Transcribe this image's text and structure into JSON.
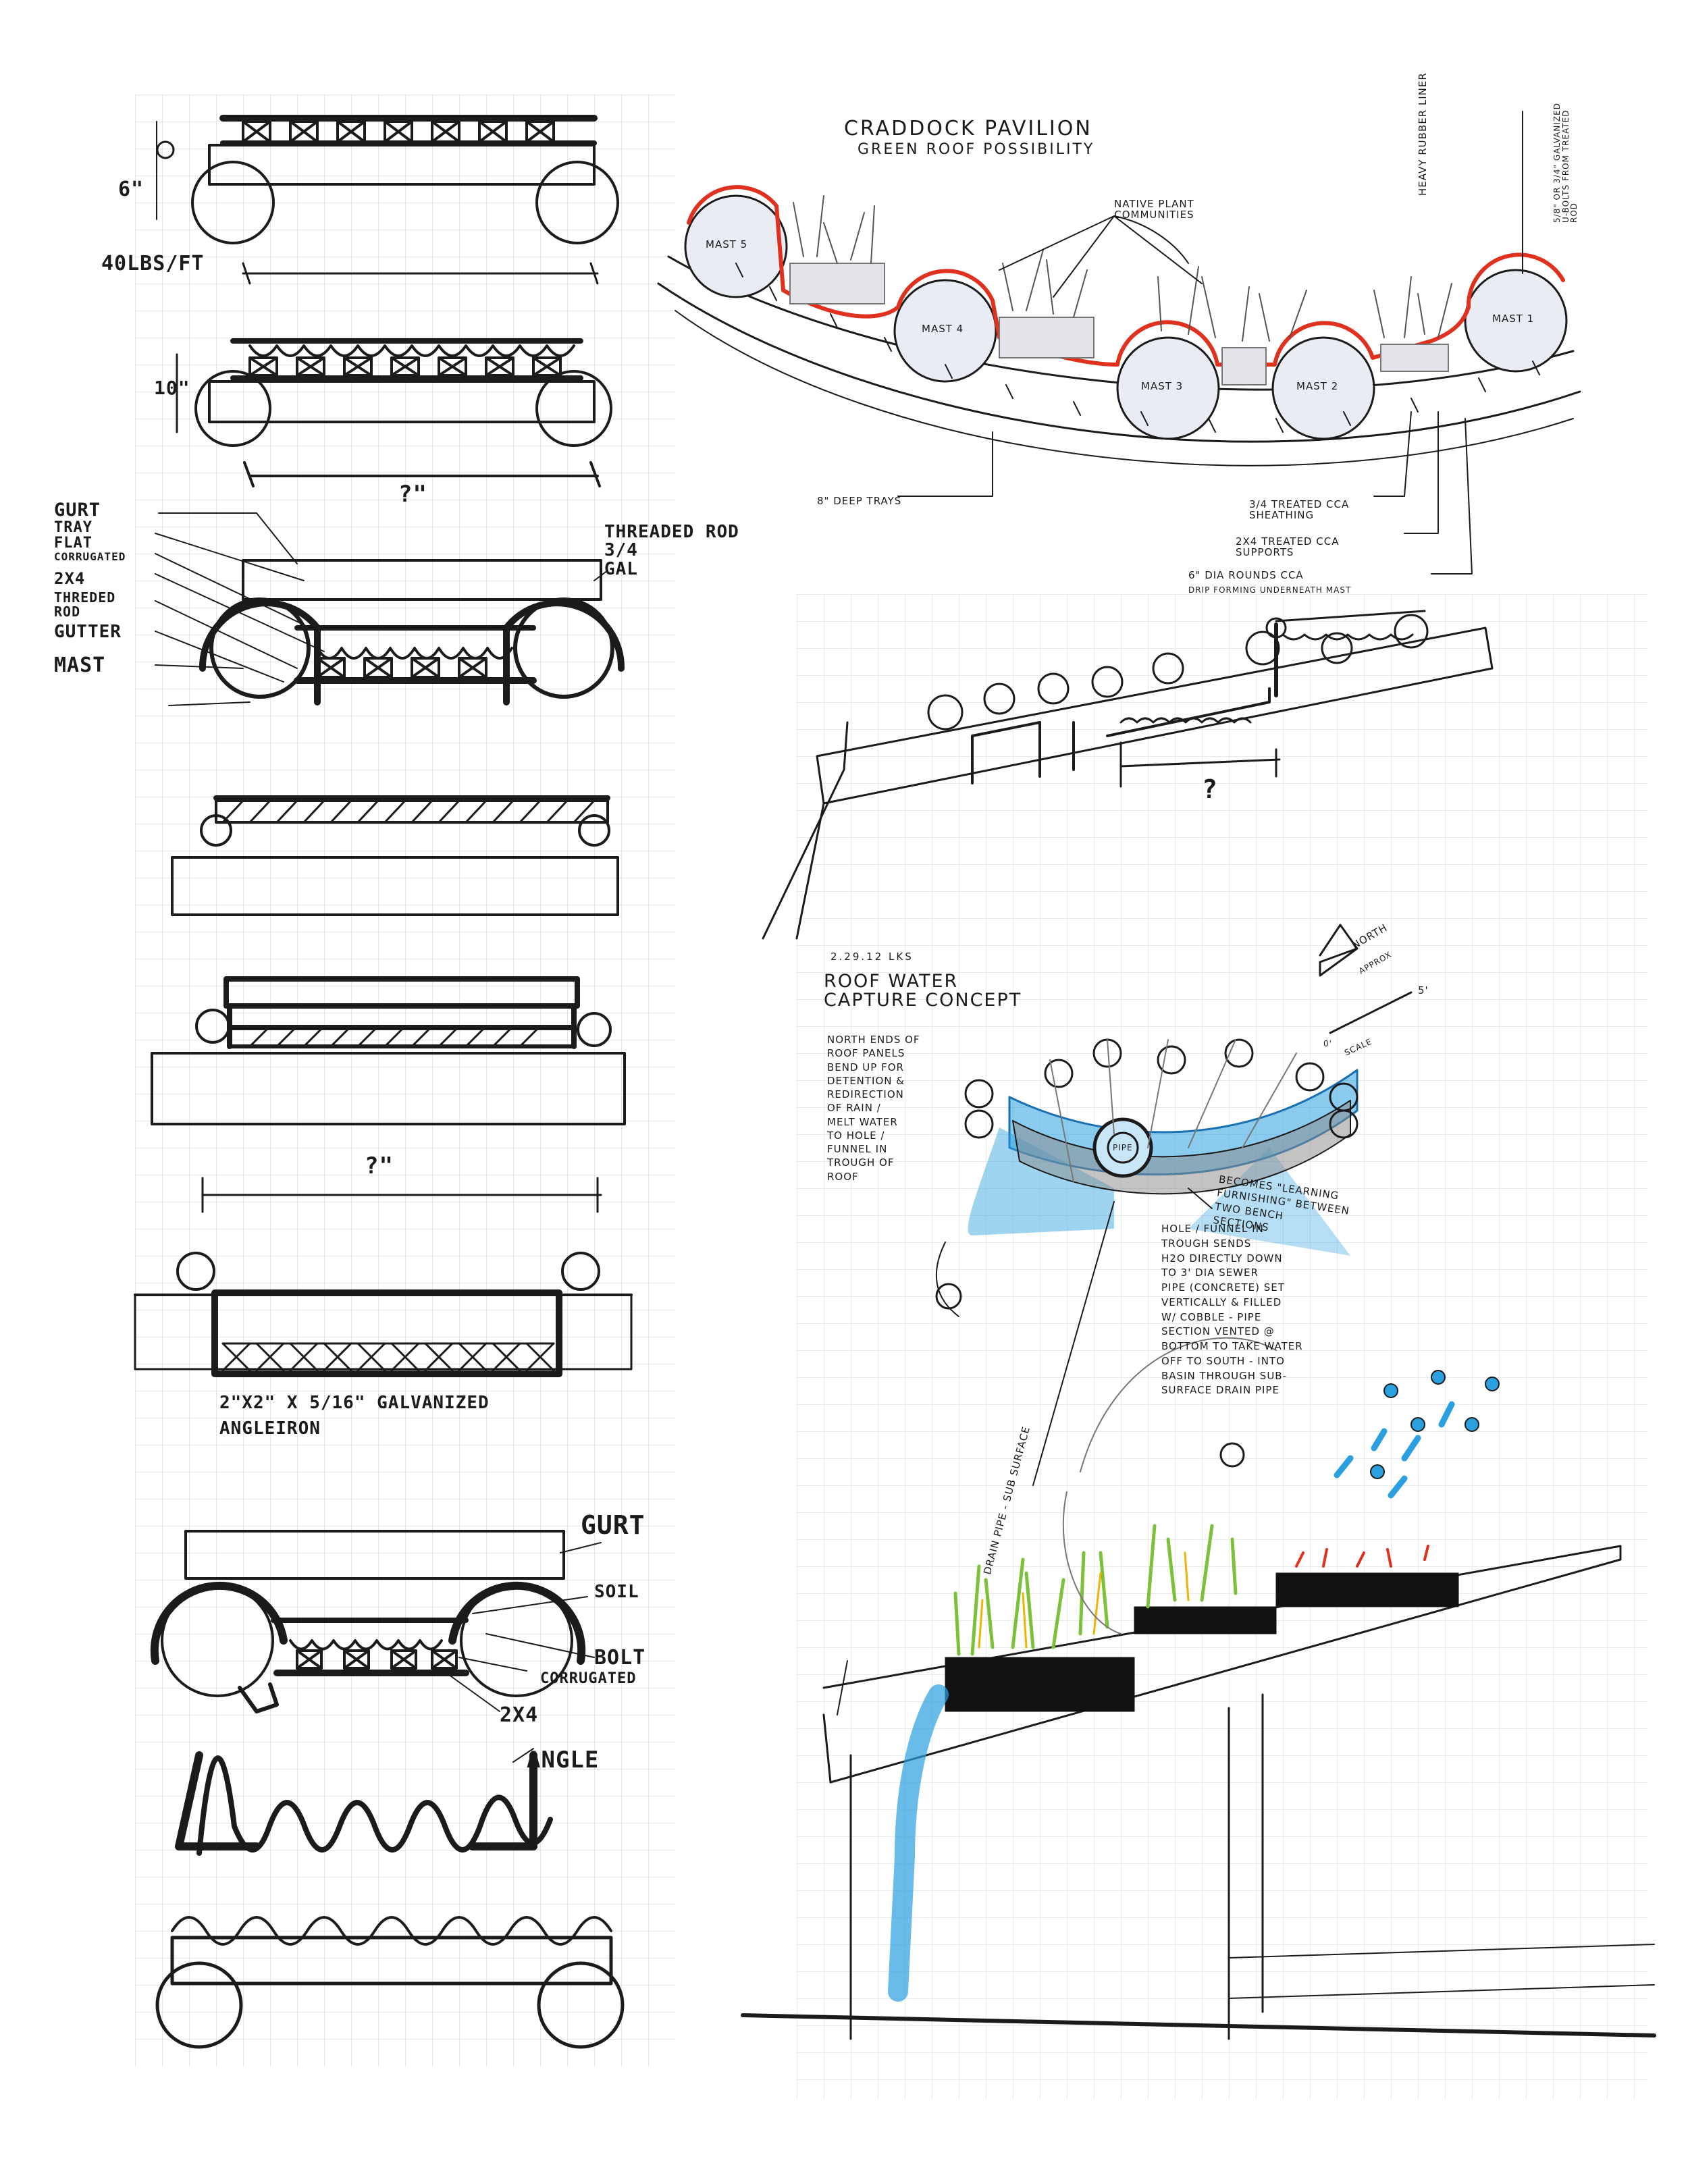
{
  "left_column": {
    "sketch1": {
      "dimension_height": "6\"",
      "load": "40lbs/ft"
    },
    "sketch2": {
      "dimension_height": "10\"",
      "dimension_width": "?\""
    },
    "sketch3": {
      "labels_left": [
        "GURT",
        "TRAY",
        "FLAT",
        "CORRUGATED",
        "2x4",
        "THREDED ROD",
        "GUTTER",
        "MAST"
      ],
      "label_right": "THREADED ROD\n3/4\nGAL"
    },
    "sketch6": {
      "dimension_width": "?\"",
      "note": "2\"x2\" x 5/16\" GALVANIZED\nANGLEIRON"
    },
    "sketch7": {
      "labels": [
        "GURT",
        "SOIL",
        "BOLT",
        "CORRUGATED",
        "2x4",
        "ANGLE"
      ]
    }
  },
  "right_column": {
    "plan": {
      "title": "CRADDOCK PAVILION",
      "subtitle": "GREEN ROOF POSSIBILITY",
      "masts": [
        "MAST 5",
        "MAST 4",
        "MAST 3",
        "MAST 2",
        "MAST 1"
      ],
      "callouts": {
        "plants": "NATIVE PLANT\nCOMMUNITIES",
        "liner": "HEAVY RUBBER LINER",
        "bolts": "5/8\" or 3/4\" GALVANIZED\nU-BOLTS FROM TREATED\nROD",
        "trays": "8\" DEEP TRAYS",
        "sheathing": "3/4 TREATED CCA\nSHEATHING",
        "supports": "2x4 TREATED CCA\nSUPPORTS",
        "rounds": "6\" DIA ROUNDS CCA",
        "drip": "DRIP FORMING UNDERNEATH MAST"
      }
    },
    "section": {
      "dimension": "?"
    },
    "concept": {
      "date": "2.29.12 LKS",
      "title": "ROOF WATER\nCAPTURE CONCEPT",
      "north": "NORTH",
      "approx": "APPROX",
      "scale_end": "5'",
      "scale_start": "0'",
      "scale_word": "SCALE",
      "note_left": "NORTH ENDS OF\nROOF PANELS\nBEND UP FOR\nDETENTION &\nREDIRECTION\nOF RAIN /\nMELT WATER\nTO HOLE /\nFUNNEL IN\nTROUGH OF\nROOF",
      "note_right": "BECOMES \"LEARNING\nFURNISHING\" BETWEEN\nTWO BENCH\nSECTIONS",
      "note_center": "HOLE / FUNNEL IN\nTROUGH SENDS\nH2O DIRECTLY DOWN\nTO 3' DIA SEWER\nPIPE (CONCRETE) SET\nVERTICALLY & FILLED\nW/ COBBLE - PIPE\nSECTION VENTED @\nBOTTOM TO TAKE WATER\nOFF TO SOUTH - INTO\nBASIN THROUGH SUB-\nSURFACE DRAIN PIPE",
      "drain": "DRAIN PIPE - SUB SURFACE",
      "pipe_label": "PIPE"
    }
  },
  "colors": {
    "ink": "#1b1b1b",
    "grid": "#d9dde0",
    "liner_red": "#e0301e",
    "water_blue": "#2aa0e0",
    "plant_green": "#7bc23a"
  }
}
